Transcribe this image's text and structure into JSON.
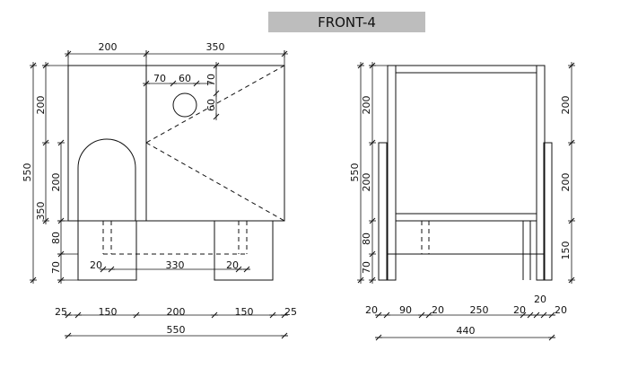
{
  "title": "FRONT-4",
  "front": {
    "top_dims": [
      "200",
      "350"
    ],
    "hole_dims": [
      "70",
      "60",
      "70",
      "60"
    ],
    "left_dims_outer": [
      "200",
      "550",
      "350",
      "80",
      "70"
    ],
    "left_dims_inner": [
      "200"
    ],
    "leg_dims": [
      "20",
      "330",
      "20"
    ],
    "bottom_dims": [
      "25",
      "150",
      "200",
      "150",
      "25"
    ],
    "total_width": "550"
  },
  "side": {
    "left_dims_outer": [
      "200",
      "550",
      "80",
      "70"
    ],
    "left_dims_inner": [
      "200"
    ],
    "right_dims": [
      "200",
      "200",
      "150"
    ],
    "bottom_top_dim": "20",
    "bottom_dims": [
      "20",
      "90",
      "20",
      "250",
      "20",
      "20"
    ],
    "total_width": "440"
  }
}
